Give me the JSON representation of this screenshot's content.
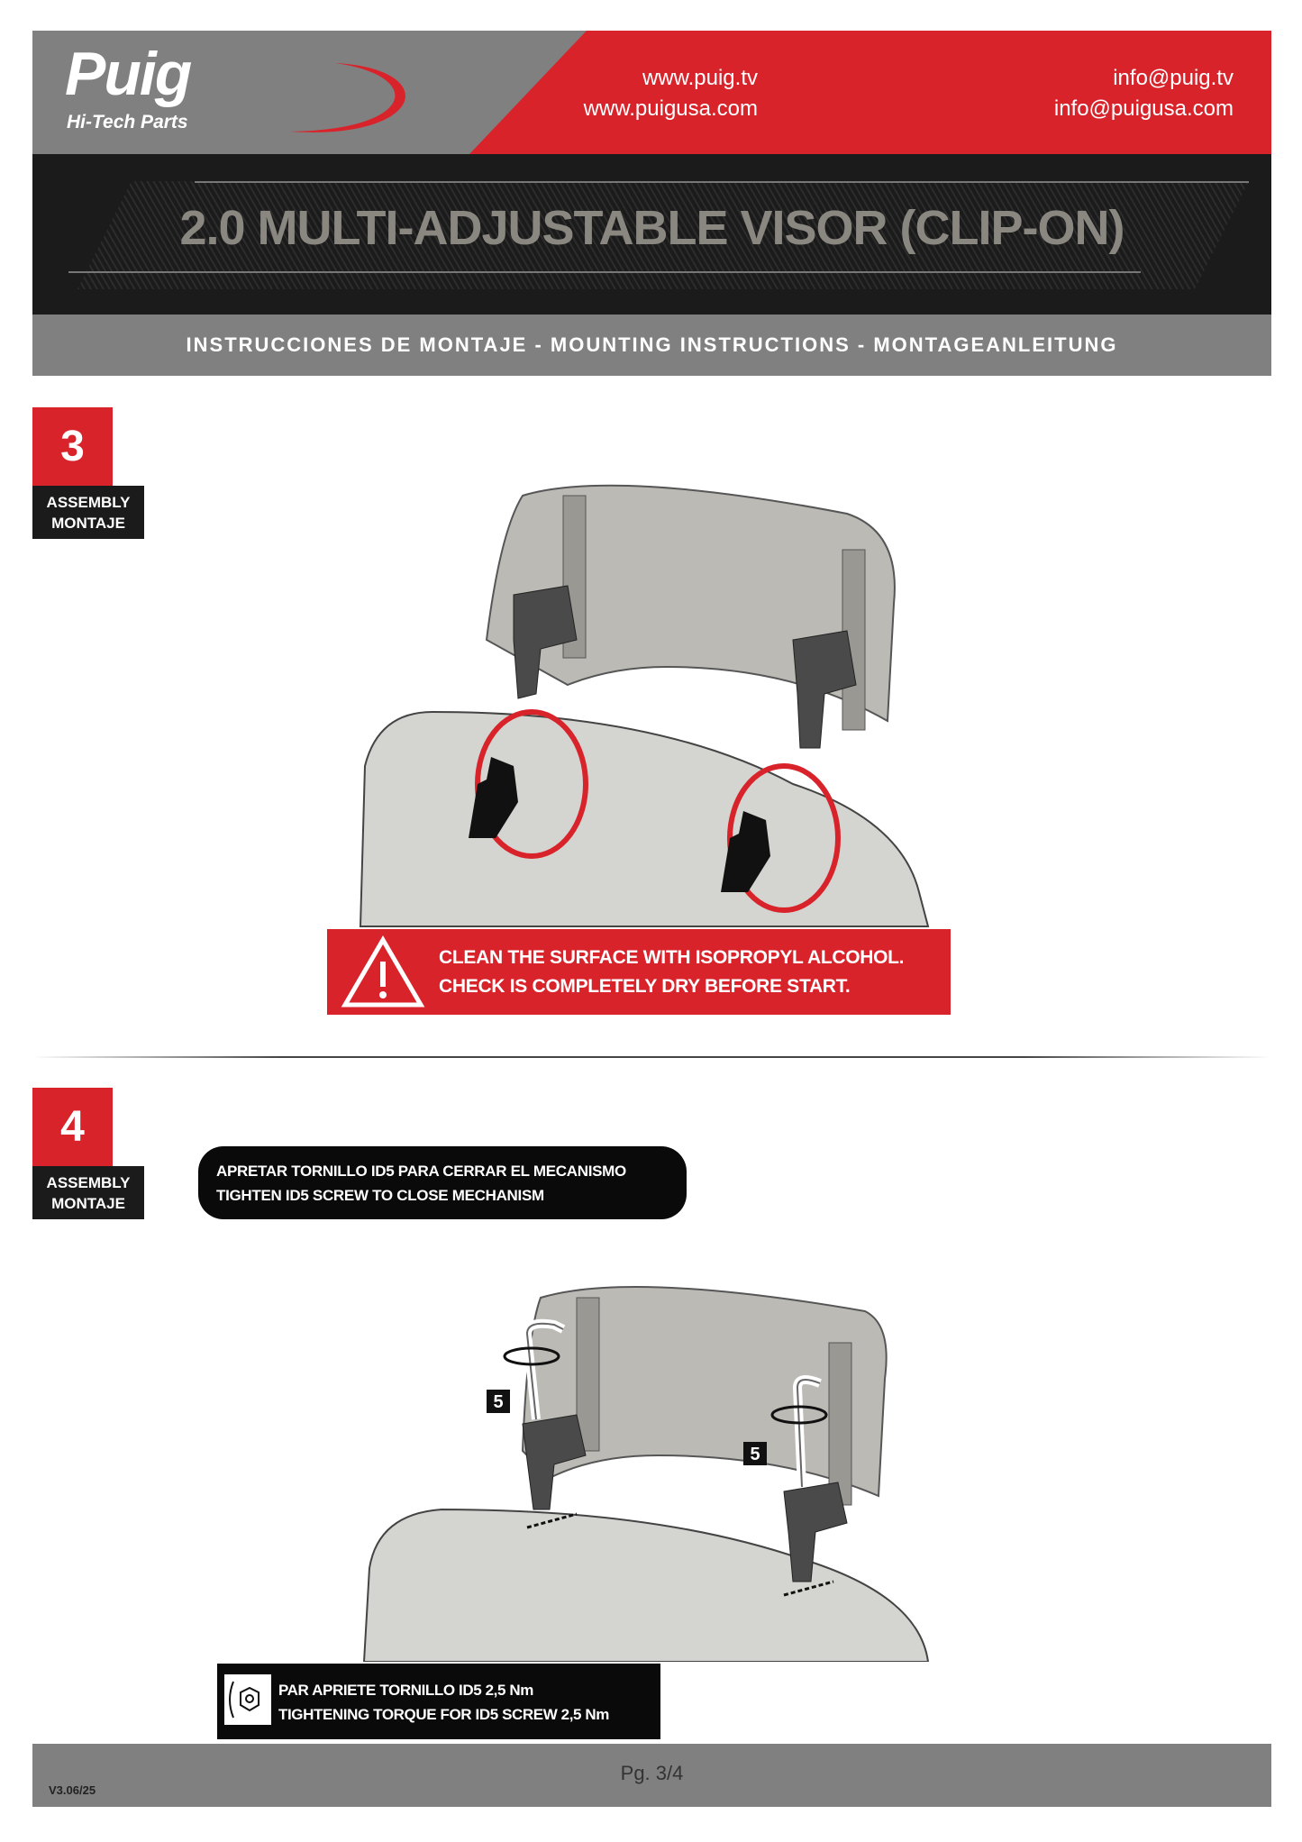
{
  "header": {
    "logo_text": "Puig",
    "logo_subtitle": "Hi-Tech Parts",
    "websites": [
      "www.puig.tv",
      "www.puigusa.com"
    ],
    "emails": [
      "info@puig.tv",
      "info@puigusa.com"
    ],
    "title": "2.0 MULTI-ADJUSTABLE VISOR (CLIP-ON)",
    "subtitle": "INSTRUCCIONES DE MONTAJE - MOUNTING INSTRUCTIONS - MONTAGEANLEITUNG"
  },
  "steps": [
    {
      "number": "3",
      "label_en": "ASSEMBLY",
      "label_es": "MONTAJE",
      "warning": [
        "CLEAN THE SURFACE WITH ISOPROPYL ALCOHOL.",
        "CHECK IS COMPLETELY DRY BEFORE START."
      ]
    },
    {
      "number": "4",
      "label_en": "ASSEMBLY",
      "label_es": "MONTAJE",
      "instruction": [
        "APRETAR TORNILLO ID5 PARA CERRAR EL MECANISMO",
        "TIGHTEN ID5 SCREW TO CLOSE MECHANISM"
      ],
      "callout": "5",
      "torque": [
        "PAR APRIETE TORNILLO ID5 2,5 Nm",
        "TIGHTENING TORQUE FOR ID5 SCREW 2,5 Nm"
      ]
    }
  ],
  "footer": {
    "page": "Pg. 3/4",
    "version": "V3.06/25"
  },
  "colors": {
    "red": "#d9232b",
    "grey": "#808080",
    "black": "#1b1b1b"
  }
}
